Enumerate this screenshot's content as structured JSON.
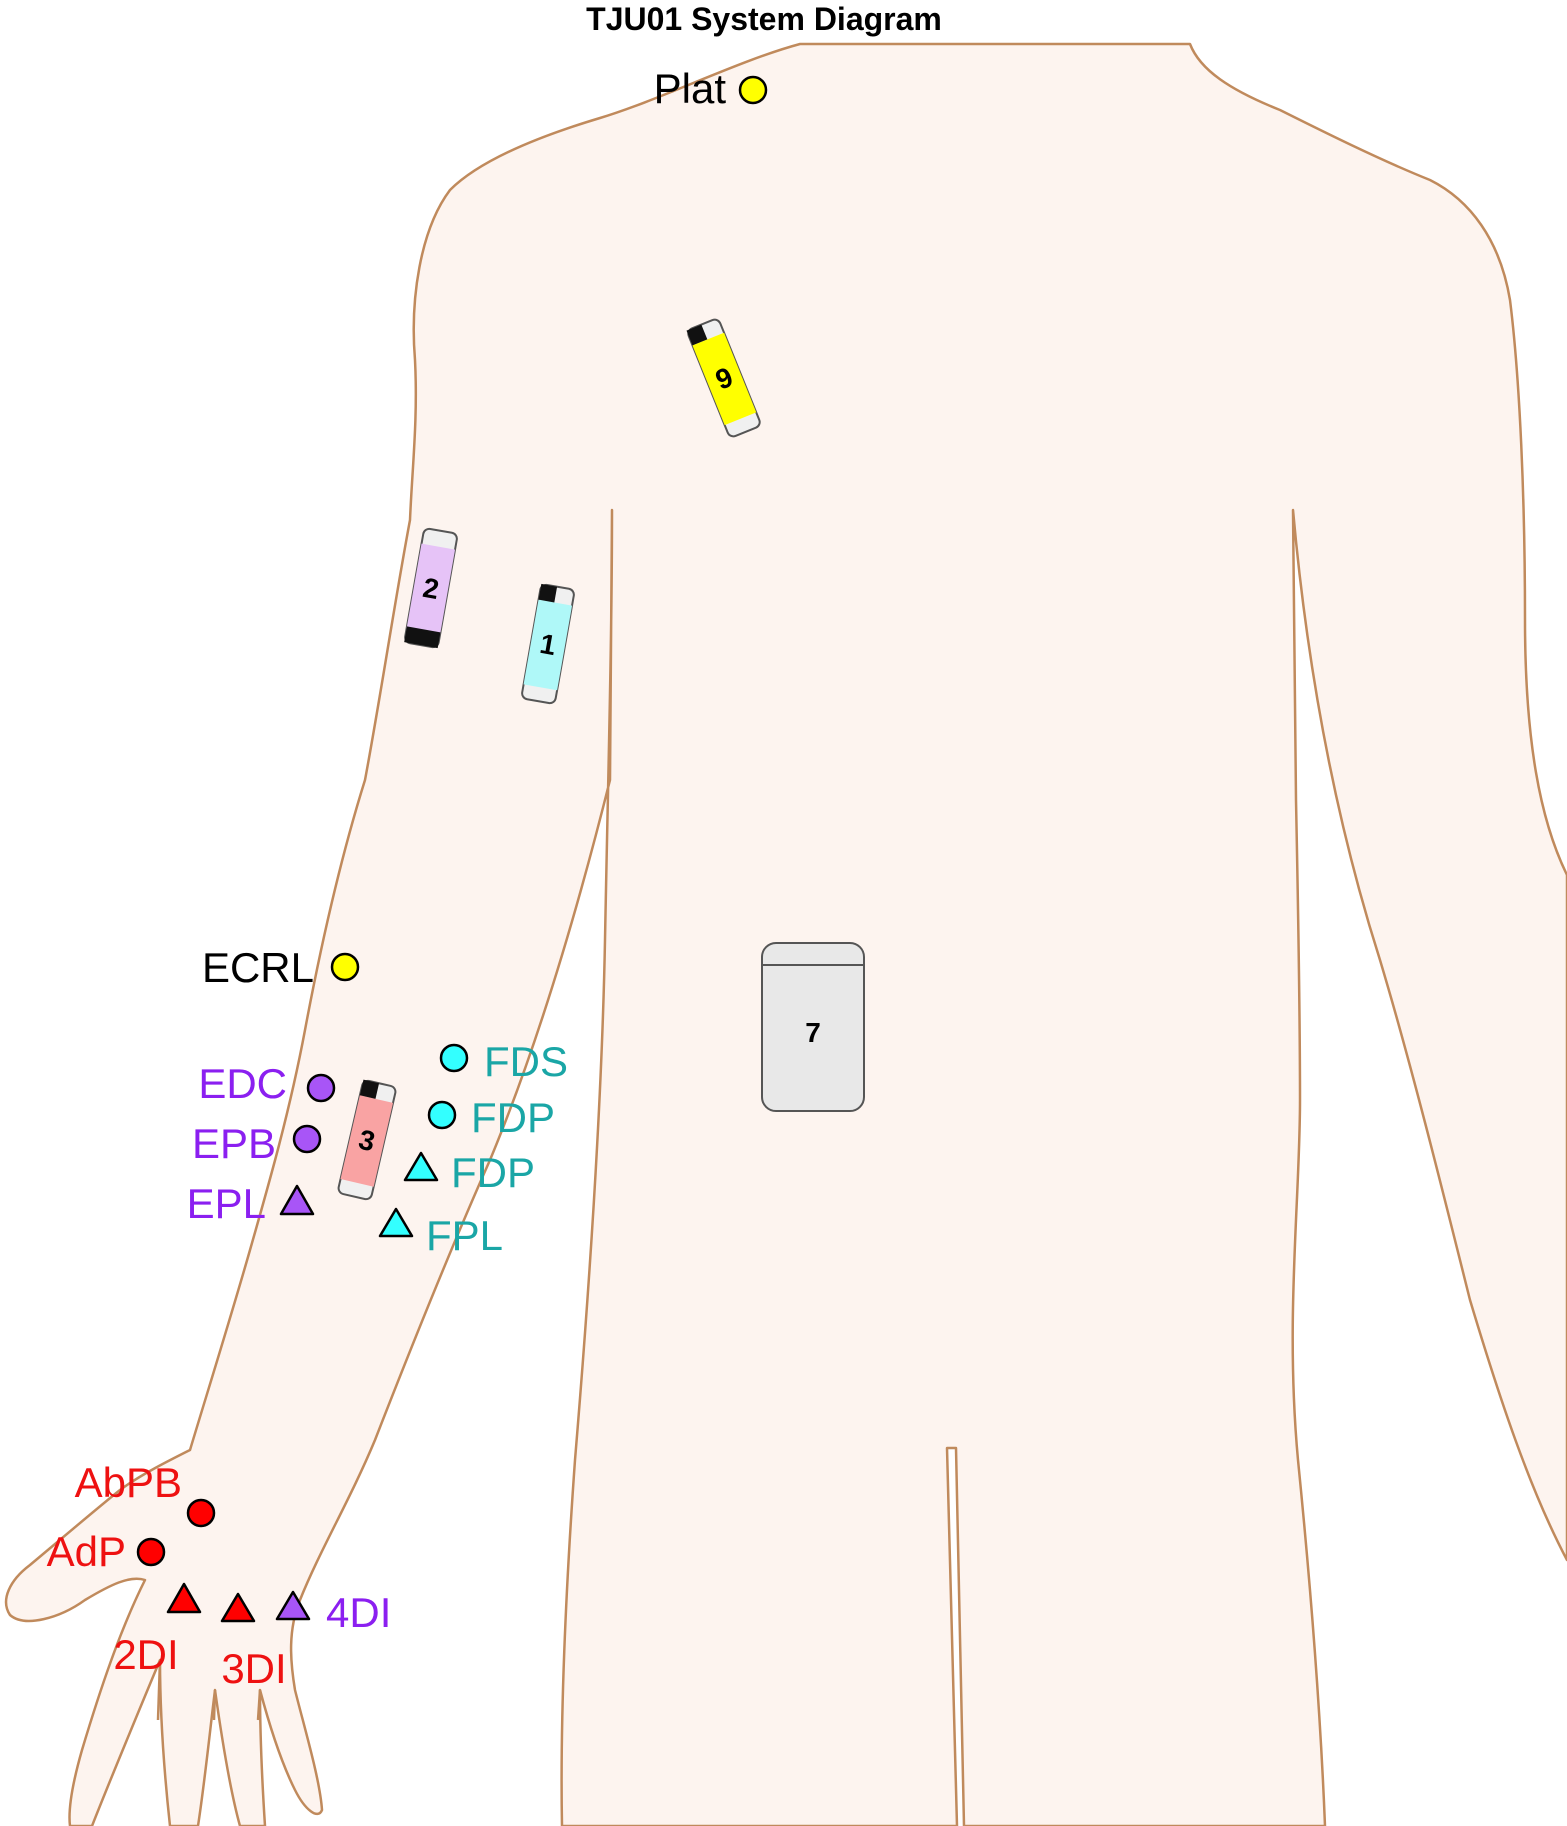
{
  "title": "TJU01 System Diagram",
  "colors": {
    "skin": "#fdf4ef",
    "outline": "#c08a5c",
    "yellow": "#ffff00",
    "purple": "#a855f7",
    "purple_text": "#8b1ff0",
    "cyan": "#33ffff",
    "cyan_text": "#1aa6a6",
    "red": "#ff0000",
    "red_text": "#ee1111",
    "device_gray": "#e8e8e8"
  },
  "devices": [
    {
      "id": "device-9",
      "label": "9",
      "fill": "#ffff00"
    },
    {
      "id": "device-2",
      "label": "2",
      "fill": "#e6c3f7"
    },
    {
      "id": "device-1",
      "label": "1",
      "fill": "#aff8f8"
    },
    {
      "id": "device-3",
      "label": "3",
      "fill": "#f9a3a3"
    },
    {
      "id": "device-7",
      "label": "7",
      "fill": "#e8e8e8"
    }
  ],
  "electrodes": {
    "plat": "Plat",
    "ecrl": "ECRL",
    "edc": "EDC",
    "epb": "EPB",
    "epl": "EPL",
    "fds": "FDS",
    "fdp_1": "FDP",
    "fdp_2": "FDP",
    "fpl": "FPL",
    "abpb": "AbPB",
    "adp": "AdP",
    "di2": "2DI",
    "di3": "3DI",
    "di4": "4DI"
  }
}
